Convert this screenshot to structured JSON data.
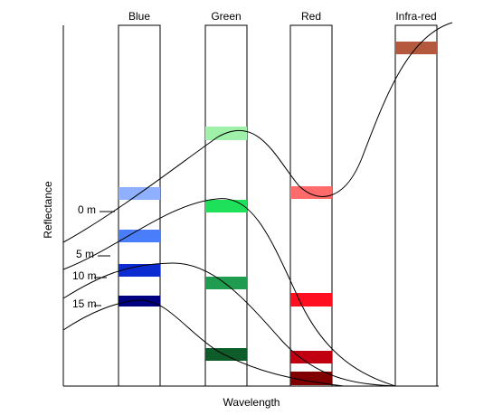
{
  "bands": [
    {
      "label": "Blue"
    },
    {
      "label": "Green"
    },
    {
      "label": "Red"
    },
    {
      "label": "Infra-red"
    }
  ],
  "depths": [
    {
      "label": "0 m"
    },
    {
      "label": "5 m"
    },
    {
      "label": "10 m"
    },
    {
      "label": "15 m"
    }
  ],
  "axes": {
    "xlabel": "Wavelength",
    "ylabel": "Reflectance"
  },
  "swatch_colors": {
    "blue": [
      "#8fb0ff",
      "#4a7dfa",
      "#0a2cd0",
      "#000080"
    ],
    "green": [
      "#9ff0a8",
      "#1ee05a",
      "#1f9c50",
      "#0d5c2a"
    ],
    "red": [
      "#ff6a6a",
      "#ff0f1f",
      "#c00010",
      "#800000"
    ],
    "infrared": [
      "#b4593d"
    ]
  }
}
